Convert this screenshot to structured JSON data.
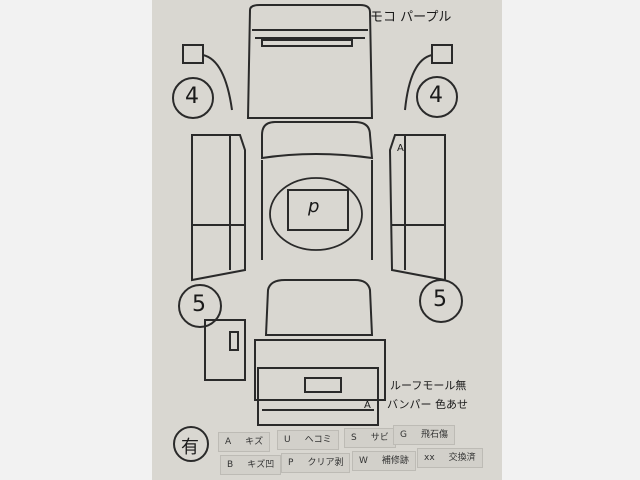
{
  "color_note": "モコ パープル",
  "damage_marks": {
    "front_left_wheel": "4",
    "front_right_wheel": "4",
    "rear_left_wheel": "5",
    "rear_right_wheel": "5",
    "roof": "P",
    "right_front_door": "A",
    "rear_bumper": "A"
  },
  "notes": [
    "ルーフモール無",
    "バンパー 色あせ"
  ],
  "presence_mark": "有",
  "legend": [
    {
      "code": "A",
      "label": "キズ"
    },
    {
      "code": "U",
      "label": "ヘコミ"
    },
    {
      "code": "S",
      "label": "サビ"
    },
    {
      "code": "G",
      "label": "飛石傷"
    },
    {
      "code": "B",
      "label": "キズ凹"
    },
    {
      "code": "P",
      "label": "クリア剥"
    },
    {
      "code": "W",
      "label": "補修跡"
    },
    {
      "code": "xx",
      "label": "交換済"
    }
  ],
  "colors": {
    "paper": "#d9d7d1",
    "ink": "#1a1a1a"
  }
}
